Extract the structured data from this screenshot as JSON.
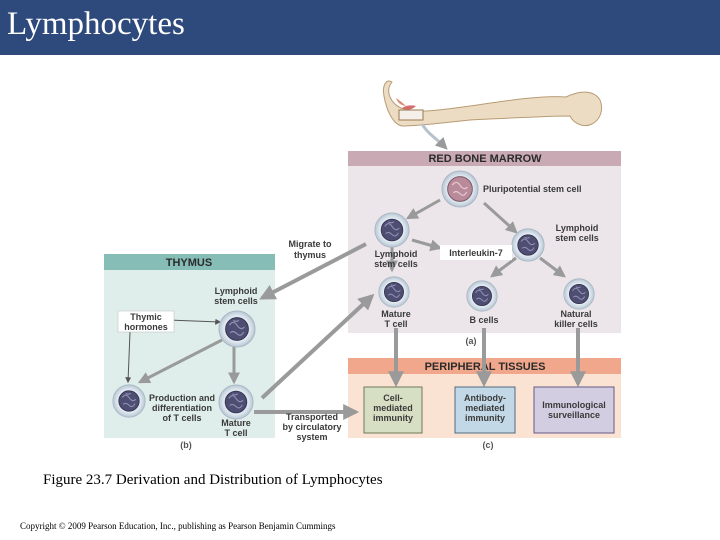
{
  "slide": {
    "title": "Lymphocytes",
    "caption": "Figure 23.7 Derivation and Distribution of Lymphocytes",
    "copyright": "Copyright © 2009 Pearson Education, Inc., publishing as Pearson Benjamin Cummings"
  },
  "diagram": {
    "red_bone_marrow": "RED BONE MARROW",
    "thymus": "THYMUS",
    "peripheral_tissues": "PERIPHERAL TISSUES",
    "pluripotential_stem_cell": "Pluripotential stem cell",
    "lymphoid_stem_cells_marrow_left": [
      "Lymphoid",
      "stem cells"
    ],
    "lymphoid_stem_cells_marrow_right": [
      "Lymphoid",
      "stem cells"
    ],
    "lymphoid_stem_cells_thymus": [
      "Lymphoid",
      "stem cells"
    ],
    "interleukin": "Interleukin-7",
    "migrate_to_thymus": [
      "Migrate to",
      "thymus"
    ],
    "mature_t_cell_marrow": [
      "Mature",
      "T cell"
    ],
    "b_cells": "B cells",
    "natural_killer_cells": [
      "Natural",
      "killer cells"
    ],
    "thymic_hormones": [
      "Thymic",
      "hormones"
    ],
    "production_differentiation": [
      "Production and",
      "differentiation",
      "of T cells"
    ],
    "mature_t_cell_thymus": [
      "Mature",
      "T cell"
    ],
    "transported": [
      "Transported",
      "by circulatory",
      "system"
    ],
    "cell_mediated_immunity": [
      "Cell-",
      "mediated",
      "immunity"
    ],
    "antibody_mediated_immunity": [
      "Antibody-",
      "mediated",
      "immunity"
    ],
    "immunological_surveillance": [
      "Immunological",
      "surveillance"
    ],
    "label_a": "(a)",
    "label_b": "(b)",
    "label_c": "(c)"
  },
  "colors": {
    "title_bar": "#2e4a7d",
    "marrow_panel": "#ece6ea",
    "marrow_header": "#c8a9b4",
    "thymus_panel": "#dfeeea",
    "thymus_header": "#86bdb7",
    "peripheral_panel": "#fbe3d3",
    "peripheral_header": "#f0a78c",
    "box_cell_mediated": "#d6dfc4",
    "box_antibody": "#c2d8e6",
    "box_surveillance": "#d3cde2",
    "arrow": "#9a9a9a"
  },
  "icons": [
    "femur-bone-icon",
    "lymphocyte-cell-icon"
  ]
}
